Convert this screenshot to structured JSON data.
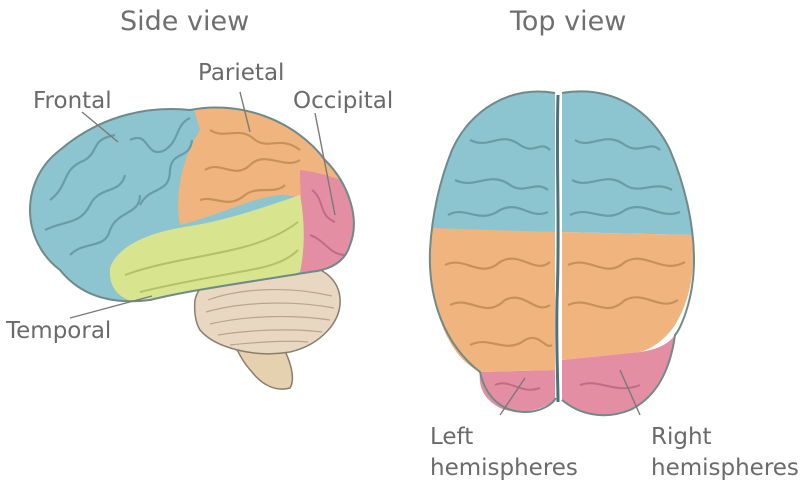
{
  "views": {
    "side": {
      "title": "Side view",
      "labels": {
        "frontal": "Frontal",
        "parietal": "Parietal",
        "occipital": "Occipital",
        "temporal": "Temporal"
      }
    },
    "top": {
      "title": "Top view",
      "labels": {
        "left": "Left\nhemispheres",
        "right": "Right\nhemispheres"
      }
    }
  },
  "colors": {
    "frontal": "#8cc4cf",
    "parietal": "#f0b57e",
    "occipital": "#e38ea3",
    "temporal": "#d9e58e",
    "cerebellum": "#e8d8c2",
    "brainstem": "#e5d0b0",
    "sulcus": "#5f8f97",
    "outline": "#6f8a88",
    "leader": "#7a7a7a"
  }
}
